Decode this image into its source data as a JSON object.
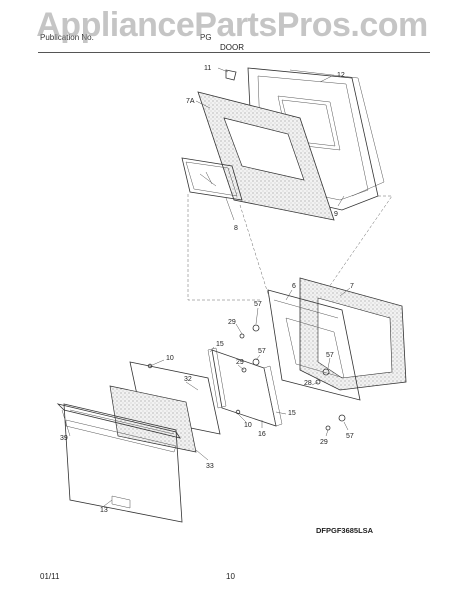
{
  "watermark": "AppliancePartsPros.com",
  "header": {
    "left": "Publication No.",
    "middle": "PG"
  },
  "section_title": "DOOR",
  "diagram_code": "DFPGF3685LSA",
  "footer": {
    "date": "01/11",
    "page": "10"
  },
  "callouts": {
    "c11": "11",
    "c12": "12",
    "c7a": "7A",
    "c8": "8",
    "c9": "9",
    "c6": "6",
    "c7": "7",
    "c57a": "57",
    "c29a": "29",
    "c57b": "57",
    "c29b": "29",
    "c57c": "57",
    "c28": "28",
    "c15a": "15",
    "c10a": "10",
    "c32": "32",
    "c15b": "15",
    "c10b": "10",
    "c16": "16",
    "c39": "39",
    "c33": "33",
    "c29c": "29",
    "c57d": "57",
    "c13": "13"
  },
  "colors": {
    "stroke": "#333333",
    "speckle": "#c8c8c8",
    "watermark": "#969696"
  }
}
